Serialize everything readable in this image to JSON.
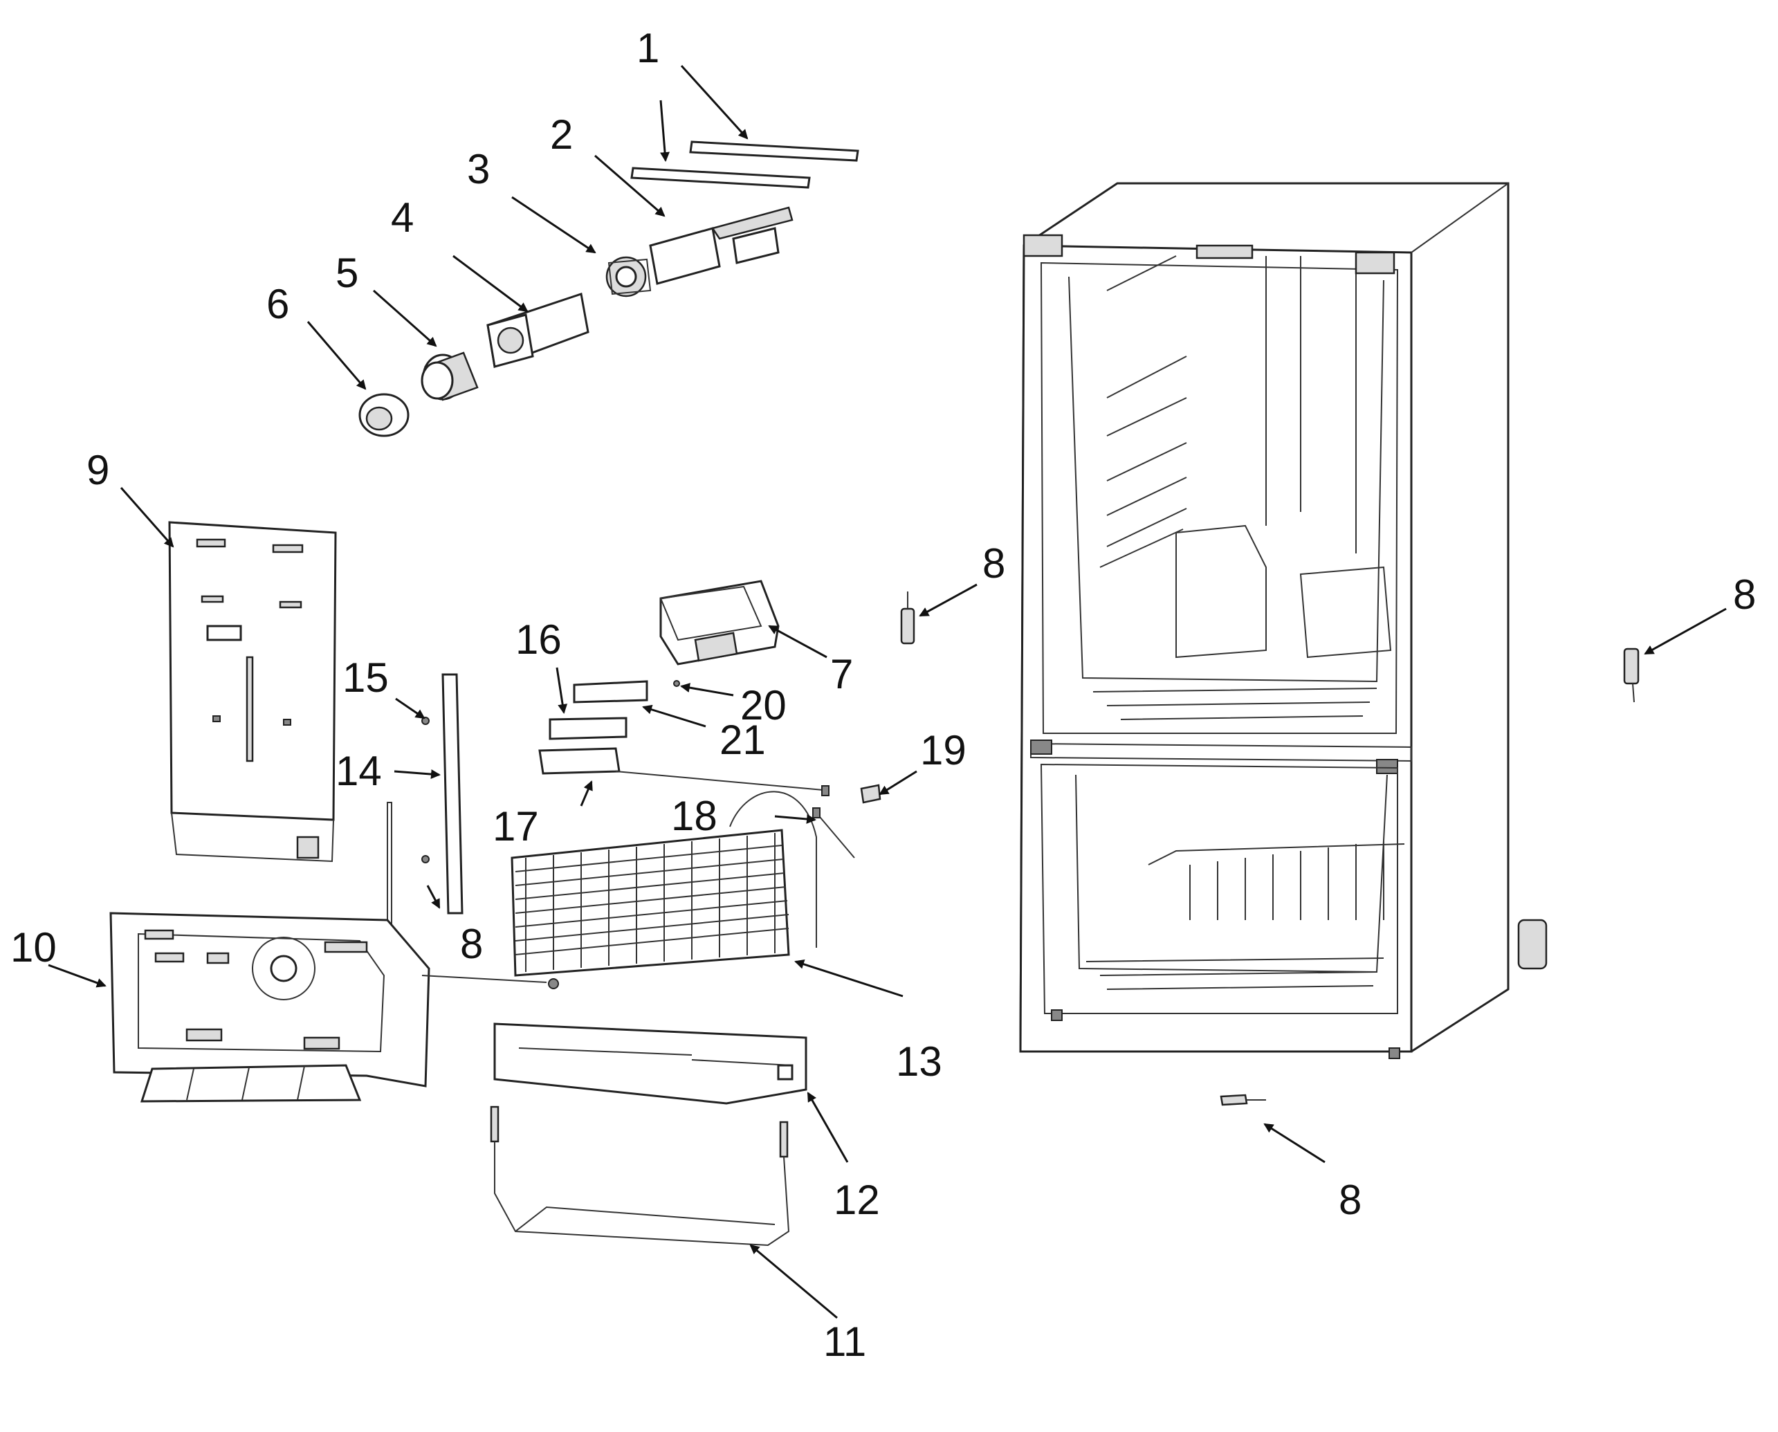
{
  "diagram": {
    "callouts": [
      {
        "id": "1a",
        "text": "1"
      },
      {
        "id": "2",
        "text": "2"
      },
      {
        "id": "3",
        "text": "3"
      },
      {
        "id": "4",
        "text": "4"
      },
      {
        "id": "5",
        "text": "5"
      },
      {
        "id": "6",
        "text": "6"
      },
      {
        "id": "7",
        "text": "7"
      },
      {
        "id": "8a",
        "text": "8"
      },
      {
        "id": "8b",
        "text": "8"
      },
      {
        "id": "8c",
        "text": "8"
      },
      {
        "id": "8d",
        "text": "8"
      },
      {
        "id": "9",
        "text": "9"
      },
      {
        "id": "10",
        "text": "10"
      },
      {
        "id": "11",
        "text": "11"
      },
      {
        "id": "12",
        "text": "12"
      },
      {
        "id": "13",
        "text": "13"
      },
      {
        "id": "14",
        "text": "14"
      },
      {
        "id": "15",
        "text": "15"
      },
      {
        "id": "16",
        "text": "16"
      },
      {
        "id": "17",
        "text": "17"
      },
      {
        "id": "18",
        "text": "18"
      },
      {
        "id": "19",
        "text": "19"
      },
      {
        "id": "20",
        "text": "20"
      },
      {
        "id": "21",
        "text": "21"
      }
    ]
  }
}
